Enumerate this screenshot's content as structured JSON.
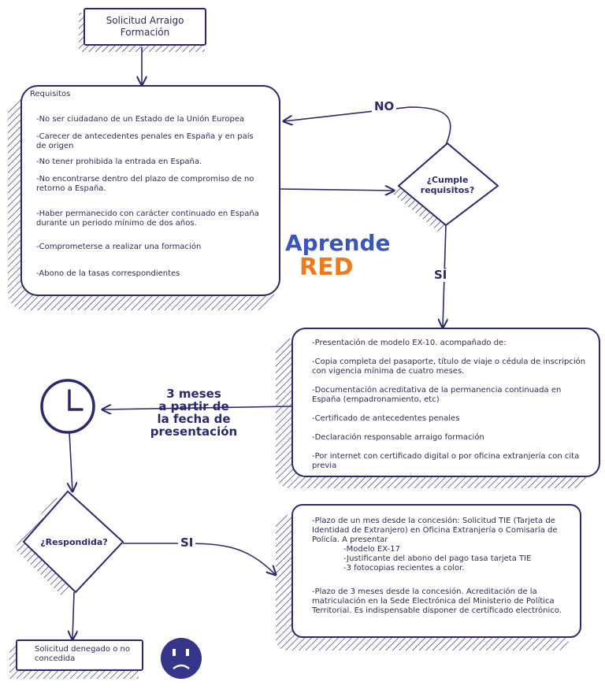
{
  "flow": {
    "title_line1": "Solicitud Arraigo",
    "title_line2": "Formación",
    "requirements": {
      "header": "Requisitos",
      "items": [
        "-No ser ciudadano de un Estado de la Unión Europea",
        "-Carecer de antecedentes penales en España y en país de origen",
        "-No tener prohibida la entrada en España.",
        "-No encontrarse dentro del plazo de compromiso de no retorno a España.",
        "-Haber permanecido con carácter continuado en España durante un periodo mínimo de dos años.",
        "-Comprometerse a realizar una formación",
        "-Abono de la tasas correspondientes"
      ]
    },
    "decision_requirements_line1": "¿Cumple",
    "decision_requirements_line2": "requisitos?",
    "label_no": "NO",
    "label_yes": "SÍ",
    "documents": [
      "-Presentación de modelo EX-10. acompañado de:",
      "-Copia completa del pasaporte, título de viaje o cédula de inscripción con vigencia mínima de cuatro meses.",
      "-Documentación acreditativa de la permanencia continuada en España (empadronamiento, etc)",
      "-Certificado de antecedentes penales",
      "-Declaración responsable arraigo formación",
      "-Por internet con certificado digital o por oficina extranjería con cita previa"
    ],
    "wait_line1": "3 meses",
    "wait_line2": "a partir de",
    "wait_line3": "la fecha de",
    "wait_line4": "presentación",
    "decision_answered": "¿Respondida?",
    "label_si": "SI",
    "after_grant": {
      "intro": "-Plazo de un mes desde la concesión: Solicitud TIE (Tarjeta de Identidad de Extranjero) en Oficina Extranjería o Comisaría de Policía. A presentar",
      "subitems": [
        "-Modelo EX-17",
        "-Justificante del abono del pago tasa tarjeta TIE",
        "-3 fotocopias recientes a color."
      ],
      "second": "-Plazo de 3 meses desde la concesión. Acreditación de la matriculación en la Sede Electrónica del Ministerio de Política Territorial. Es indispensable disponer de certificado electrónico."
    },
    "denied": "Solicitud denegado o no concedida"
  },
  "logo": {
    "line1": "Aprende",
    "line2": "RED",
    "colors": {
      "blue": "#3a56b8",
      "orange": "#f07a1a"
    }
  },
  "icons": {
    "clock": "clock-icon",
    "sad_face": "sad-face-icon"
  },
  "colors": {
    "ink": "#2a2a6a",
    "text": "#2b2b55",
    "hatch": "#2a2a6a"
  }
}
